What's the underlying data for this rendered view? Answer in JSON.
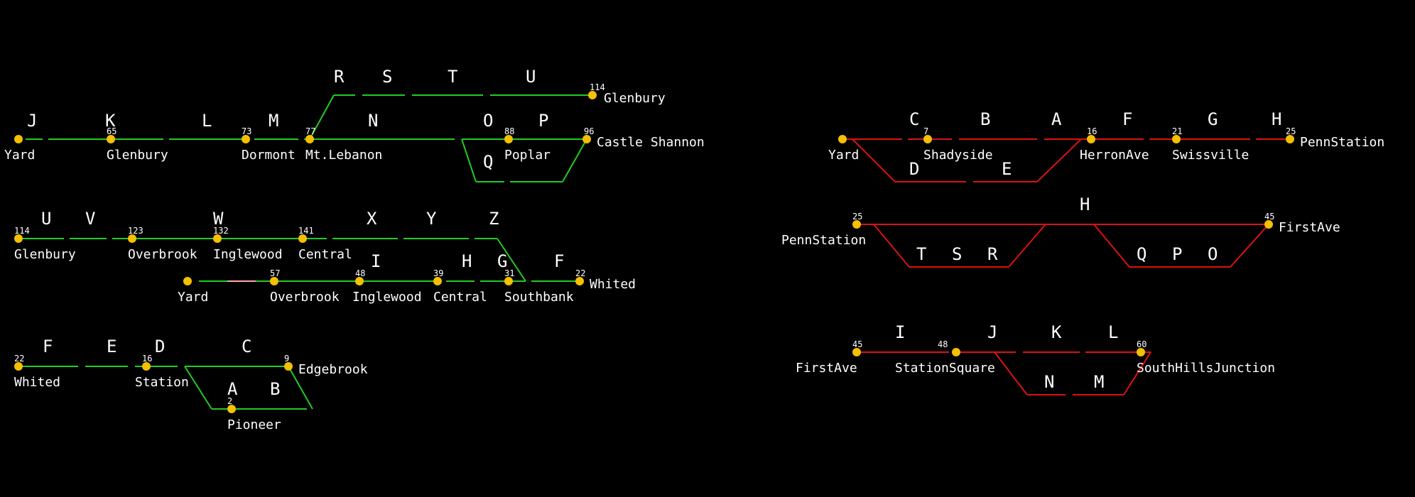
{
  "colors": {
    "background": "#000000",
    "green_line": "#22cc22",
    "red_line": "#dd1111",
    "station_dot": "#f5c000",
    "text": "#ffffff",
    "pink_gap": "#ffaaaa"
  },
  "green": {
    "segments": [
      "J",
      "K",
      "L",
      "M",
      "R",
      "S",
      "T",
      "U",
      "N",
      "O",
      "P",
      "Q",
      "U",
      "V",
      "W",
      "X",
      "Y",
      "Z",
      "I",
      "H",
      "G",
      "F",
      "F",
      "E",
      "D",
      "C",
      "A",
      "B"
    ],
    "stations": [
      "Yard",
      "Glenbury",
      "Dormont",
      "Mt.Lebanon",
      "Glenbury",
      "Castle Shannon",
      "Poplar",
      "Glenbury",
      "Overbrook",
      "Inglewood",
      "Central",
      "Yard",
      "Overbrook",
      "Inglewood",
      "Central",
      "Southbank",
      "Whited",
      "Whited",
      "Station",
      "Edgebrook",
      "Pioneer"
    ],
    "mileposts": [
      "65",
      "73",
      "77",
      "114",
      "96",
      "88",
      "114",
      "123",
      "132",
      "141",
      "57",
      "48",
      "39",
      "31",
      "22",
      "22",
      "16",
      "9",
      "2"
    ]
  },
  "red": {
    "segments": [
      "C",
      "B",
      "A",
      "F",
      "G",
      "H",
      "D",
      "E",
      "H",
      "T",
      "S",
      "R",
      "Q",
      "P",
      "O",
      "I",
      "J",
      "K",
      "L",
      "N",
      "M"
    ],
    "stations": [
      "Yard",
      "Shadyside",
      "HerronAve",
      "Swissville",
      "PennStation",
      "PennStation",
      "FirstAve",
      "FirstAve",
      "StationSquare",
      "SouthHillsJunction"
    ],
    "mileposts": [
      "7",
      "16",
      "21",
      "25",
      "25",
      "45",
      "45",
      "48",
      "60"
    ]
  }
}
